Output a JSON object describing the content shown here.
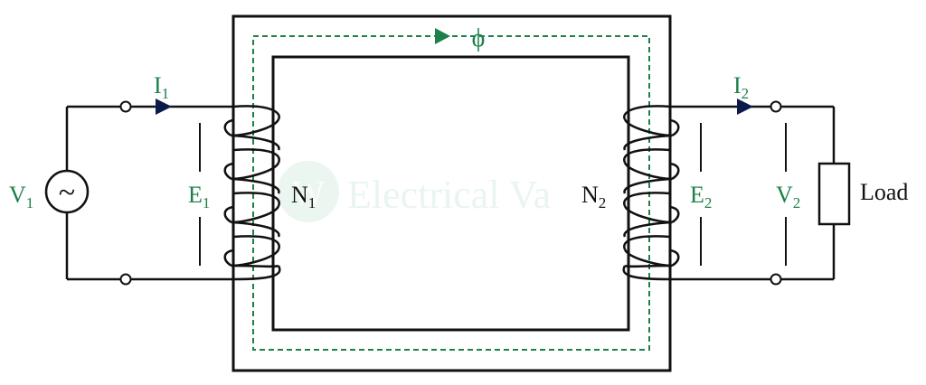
{
  "colors": {
    "accent": "#1d7f49",
    "line": "#111111",
    "arrow_dark": "#0d1b4a",
    "watermark": "#d9eee2"
  },
  "labels": {
    "flux": "ϕ",
    "primary_current": {
      "main": "I",
      "sub": "1"
    },
    "secondary_current": {
      "main": "I",
      "sub": "2"
    },
    "source_voltage": {
      "main": "V",
      "sub": "1"
    },
    "primary_emf": {
      "main": "E",
      "sub": "1"
    },
    "primary_turns": {
      "main": "N",
      "sub": "1"
    },
    "secondary_turns": {
      "main": "N",
      "sub": "2"
    },
    "secondary_emf": {
      "main": "E",
      "sub": "2"
    },
    "load_voltage": {
      "main": "V",
      "sub": "2"
    },
    "load": "Load",
    "source_symbol": "~"
  },
  "watermark": {
    "logo": "W",
    "text": "Electrical Va"
  }
}
